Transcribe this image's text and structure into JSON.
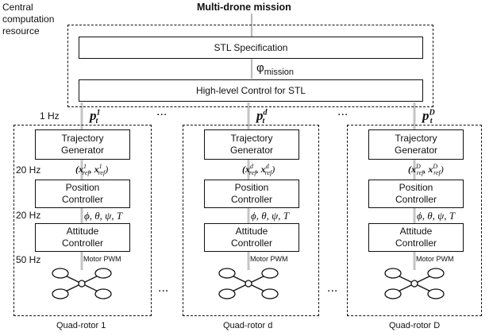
{
  "title": "Multi-drone mission",
  "central_resource_label": [
    "Central",
    "computation",
    "resource"
  ],
  "stl_spec": "STL Specification",
  "phi": "φ",
  "phi_sub": "mission",
  "high_level": "High-level Control for STL",
  "rate_1hz": "1 Hz",
  "rate_20hz_a": "20 Hz",
  "rate_20hz_b": "20 Hz",
  "rate_50hz": "50 Hz",
  "ellipsis": "...",
  "columns": [
    {
      "p_sup": "1",
      "p_sub": "t",
      "trajectory": [
        "Trajectory",
        "Generator"
      ],
      "ref": [
        "(x",
        "1",
        "ref",
        ", x",
        "1",
        "ref",
        ")"
      ],
      "position": [
        "Position",
        "Controller"
      ],
      "angles": "ϕ, θ, ψ, T",
      "attitude": [
        "Attitude",
        "Controller"
      ],
      "motor": "Motor PWM",
      "caption": "Quad-rotor 1"
    },
    {
      "p_sup": "d",
      "p_sub": "t",
      "trajectory": [
        "Trajectory",
        "Generator"
      ],
      "ref": [
        "(x",
        "d",
        "ref",
        ", x",
        "d",
        "ref",
        ")"
      ],
      "position": [
        "Position",
        "Controller"
      ],
      "angles": "ϕ, θ, ψ, T",
      "attitude": [
        "Attitude",
        "Controller"
      ],
      "motor": "Motor PWM",
      "caption": "Quad-rotor d"
    },
    {
      "p_sup": "D",
      "p_sub": "t",
      "trajectory": [
        "Trajectory",
        "Generator"
      ],
      "ref": [
        "(x",
        "D",
        "ref",
        ", x",
        "D",
        "ref",
        ")"
      ],
      "position": [
        "Position",
        "Controller"
      ],
      "angles": "ϕ, θ, ψ, T",
      "attitude": [
        "Attitude",
        "Controller"
      ],
      "motor": "Motor PWM",
      "caption": "Quad-rotor D"
    }
  ],
  "p_letter": "p"
}
